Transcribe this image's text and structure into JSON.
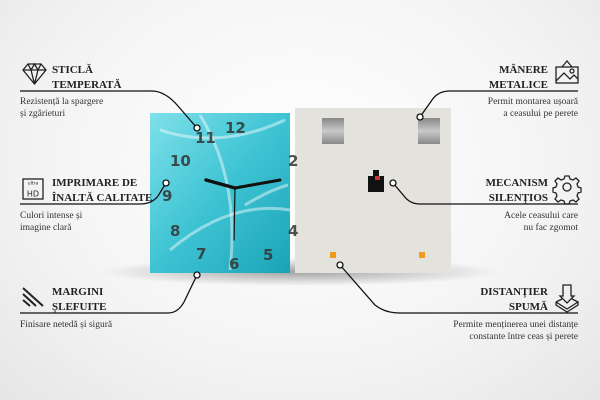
{
  "features": {
    "glass": {
      "title_line1": "STICLĂ",
      "title_line2": "TEMPERATĂ",
      "desc_line1": "Rezistență la spargere",
      "desc_line2": "și zgârieturi",
      "icon": "diamond-icon"
    },
    "print": {
      "title_line1": "IMPRIMARE DE",
      "title_line2": "ÎNALTĂ CALITATE",
      "desc_line1": "Culori intense și",
      "desc_line2": "imagine clară",
      "icon": "ultra-hd-icon",
      "icon_text_top": "ultra",
      "icon_text_main": "HD"
    },
    "edges": {
      "title_line1": "MARGINI",
      "title_line2": "ȘLEFUITE",
      "desc_line1": "Finisare netedă și sigură",
      "icon": "polished-edges-icon"
    },
    "handles": {
      "title_line1": "MÂNERE",
      "title_line2": "METALICE",
      "desc_line1": "Permit montarea ușoară",
      "desc_line2": "a ceasului pe perete",
      "icon": "hanging-picture-icon"
    },
    "mechanism": {
      "title_line1": "MECANISM",
      "title_line2": "SILENȚIOS",
      "desc_line1": "Acele ceasului care",
      "desc_line2": "nu fac zgomot",
      "icon": "gear-icon"
    },
    "spacer": {
      "title_line1": "DISTANȚIER",
      "title_line2": "SPUMĂ",
      "desc_line1": "Permite menținerea unei distanțe",
      "desc_line2": "constante între ceas și perete",
      "icon": "spacer-arrow-icon"
    }
  },
  "clock": {
    "numbers": [
      "12",
      "11",
      "10",
      "9",
      "8",
      "7",
      "6",
      "5",
      "4",
      "2"
    ],
    "face_color": "#3fc6d6",
    "back_color": "#e4e2dc",
    "spacer_color": "#f39a1e"
  }
}
